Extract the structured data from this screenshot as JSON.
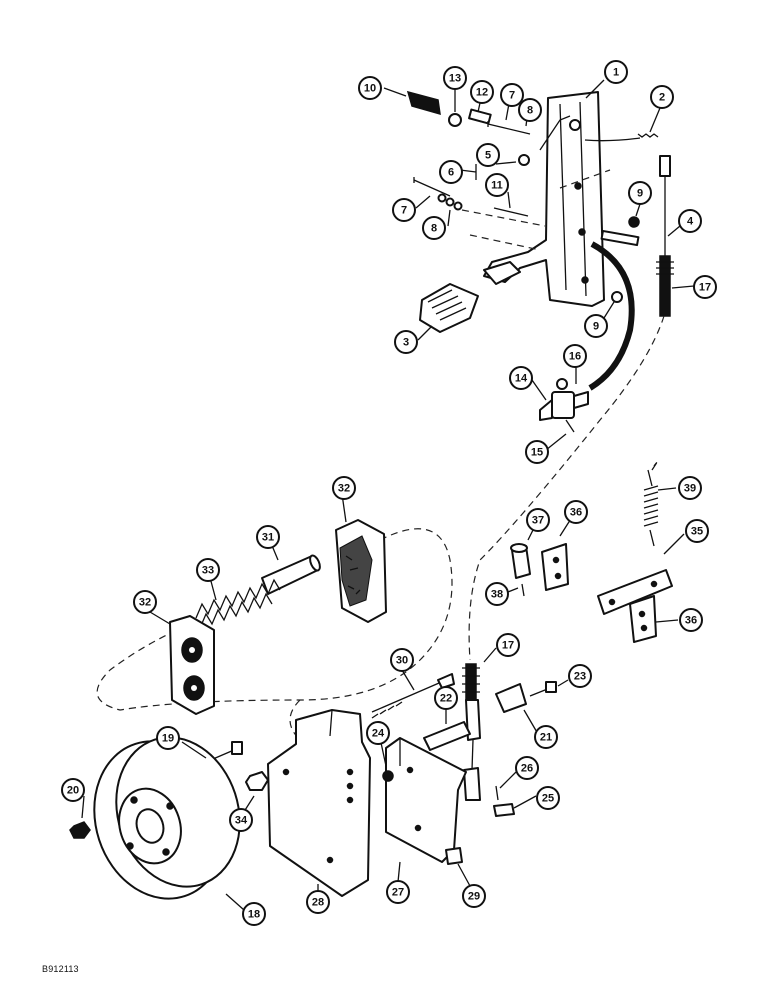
{
  "figure_code": "B912113",
  "callouts": [
    {
      "id": "c1",
      "label": "1"
    },
    {
      "id": "c2",
      "label": "2"
    },
    {
      "id": "c3",
      "label": "3"
    },
    {
      "id": "c4",
      "label": "4"
    },
    {
      "id": "c5",
      "label": "5"
    },
    {
      "id": "c6",
      "label": "6"
    },
    {
      "id": "c7a",
      "label": "7"
    },
    {
      "id": "c7b",
      "label": "7"
    },
    {
      "id": "c8a",
      "label": "8"
    },
    {
      "id": "c8b",
      "label": "8"
    },
    {
      "id": "c9a",
      "label": "9"
    },
    {
      "id": "c9b",
      "label": "9"
    },
    {
      "id": "c10",
      "label": "10"
    },
    {
      "id": "c11",
      "label": "11"
    },
    {
      "id": "c12",
      "label": "12"
    },
    {
      "id": "c13",
      "label": "13"
    },
    {
      "id": "c14",
      "label": "14"
    },
    {
      "id": "c15",
      "label": "15"
    },
    {
      "id": "c16",
      "label": "16"
    },
    {
      "id": "c17a",
      "label": "17"
    },
    {
      "id": "c17b",
      "label": "17"
    },
    {
      "id": "c18",
      "label": "18"
    },
    {
      "id": "c19",
      "label": "19"
    },
    {
      "id": "c20",
      "label": "20"
    },
    {
      "id": "c21",
      "label": "21"
    },
    {
      "id": "c22",
      "label": "22"
    },
    {
      "id": "c23",
      "label": "23"
    },
    {
      "id": "c24",
      "label": "24"
    },
    {
      "id": "c25",
      "label": "25"
    },
    {
      "id": "c26",
      "label": "26"
    },
    {
      "id": "c27",
      "label": "27"
    },
    {
      "id": "c28",
      "label": "28"
    },
    {
      "id": "c29",
      "label": "29"
    },
    {
      "id": "c30",
      "label": "30"
    },
    {
      "id": "c31",
      "label": "31"
    },
    {
      "id": "c32a",
      "label": "32"
    },
    {
      "id": "c32b",
      "label": "32"
    },
    {
      "id": "c33",
      "label": "33"
    },
    {
      "id": "c34",
      "label": "34"
    },
    {
      "id": "c35",
      "label": "35"
    },
    {
      "id": "c36a",
      "label": "36"
    },
    {
      "id": "c36b",
      "label": "36"
    },
    {
      "id": "c37",
      "label": "37"
    },
    {
      "id": "c38",
      "label": "38"
    },
    {
      "id": "c39",
      "label": "39"
    }
  ]
}
